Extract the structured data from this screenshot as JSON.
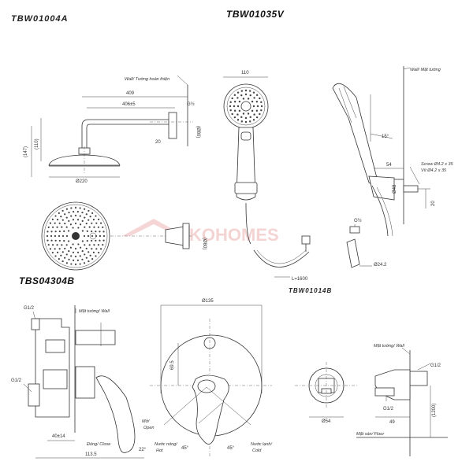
{
  "models": {
    "head": "TBW01004A",
    "hand": "TBW01035V",
    "valve": "TBS04304B",
    "holder": "TBW01014B"
  },
  "watermark": "KOHOMES",
  "head_dims": {
    "wall_label": "Wall/ Tường hoàn thiện",
    "d409": "409",
    "d406": "406±5",
    "g": "G½",
    "d80": "(Ø80)",
    "d20": "20",
    "d147": "(147)",
    "d110": "(110)",
    "d220": "Ø220"
  },
  "hand_dims": {
    "d110": "110",
    "len": "L=1600",
    "wall_label": "Wall/ Mặt tường",
    "angle": "15°",
    "d54": "54",
    "d48": "Ø48",
    "screw_en": "Screw Ø4.2 x 35",
    "screw_vi": "Vít Ø4.2 x 35",
    "d20": "20",
    "g": "G½",
    "d242": "Ø24.2"
  },
  "valve_dims": {
    "g1": "G1/2",
    "g2": "G1/2",
    "wall": "Mặt tường/ Wall",
    "d40": "40±14",
    "d1135": "113.5",
    "d135": "Ø135",
    "d695": "69.5",
    "open_vi": "Mở/",
    "open_en": "Open",
    "close": "Đóng/ Close",
    "hot_vi": "Nước nóng/",
    "hot_en": "Hot",
    "cold_vi": "Nước lạnh/",
    "cold_en": "Cold",
    "a22": "22°",
    "a45a": "45°",
    "a45b": "45°"
  },
  "holder_dims": {
    "wall": "Mặt tường/ Wall",
    "g": "G1/2",
    "g2": "G1/2",
    "d54": "Ø54",
    "d49": "49",
    "d1200": "(1200)",
    "floor": "Mặt sàn/ Floor"
  }
}
